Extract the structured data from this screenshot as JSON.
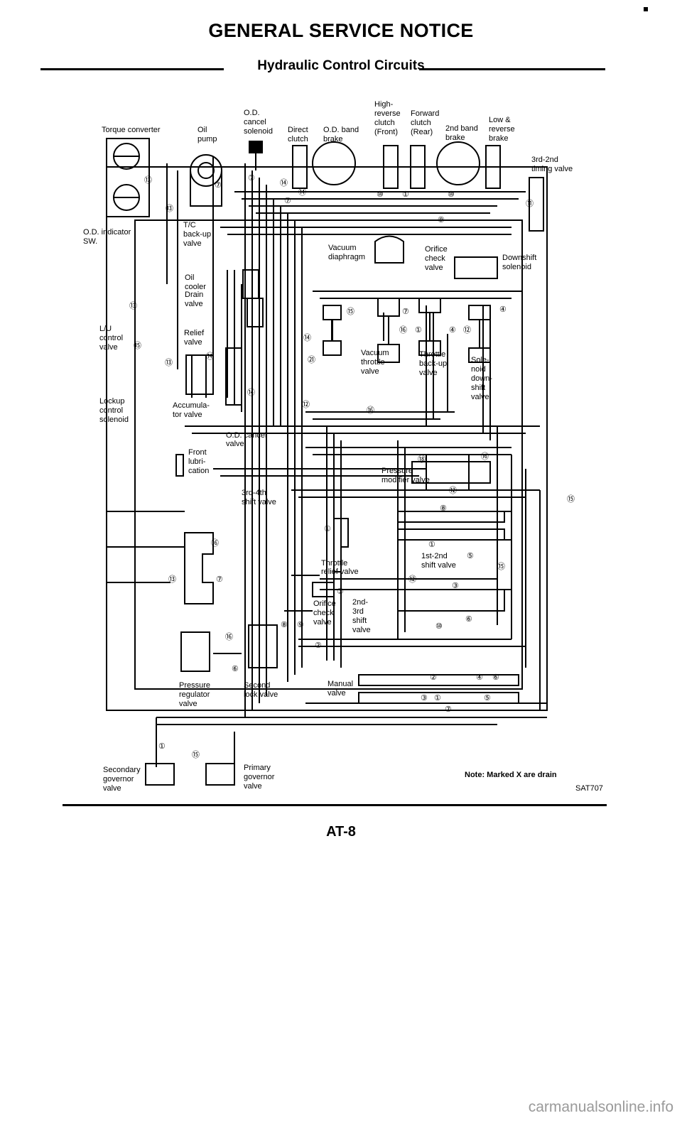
{
  "header": {
    "title": "GENERAL SERVICE NOTICE",
    "subtitle": "Hydraulic Control Circuits"
  },
  "labels": {
    "torque_converter": "Torque converter",
    "oil_pump": [
      "Oil",
      "pump"
    ],
    "od_cancel_solenoid": [
      "O.D.",
      "cancel",
      "solenoid"
    ],
    "direct_clutch": [
      "Direct",
      "clutch"
    ],
    "od_band_brake": [
      "O.D. band",
      "brake"
    ],
    "high_reverse_clutch": [
      "High-",
      "reverse",
      "clutch",
      "(Front)"
    ],
    "forward_clutch": [
      "Forward",
      "clutch",
      "(Rear)"
    ],
    "second_band_brake": [
      "2nd band",
      "brake"
    ],
    "low_reverse_brake": [
      "Low &",
      "reverse",
      "brake"
    ],
    "timing_valve": [
      "3rd-2nd",
      "timing valve"
    ],
    "od_indicator_sw": [
      "O.D. indicator",
      "SW."
    ],
    "tc_backup_valve": [
      "T/C",
      "back-up",
      "valve"
    ],
    "vacuum_diaphragm": [
      "Vacuum",
      "diaphragm"
    ],
    "orifice_check_valve_top": [
      "Orifice",
      "check",
      "valve"
    ],
    "downshift_solenoid": [
      "Downshift",
      "solenoid"
    ],
    "oil_cooler": [
      "Oil",
      "cooler"
    ],
    "drain_valve": [
      "Drain",
      "valve"
    ],
    "lu_control_valve": [
      "L/U",
      "control",
      "valve"
    ],
    "relief_valve": [
      "Relief",
      "valve"
    ],
    "vacuum_throttle_valve": [
      "Vacuum",
      "throttle",
      "valve"
    ],
    "throttle_backup_valve": [
      "Throttle",
      "back-up",
      "valve"
    ],
    "solenoid_downshift_valve": [
      "Sole-",
      "noid",
      "down-",
      "shift",
      "valve"
    ],
    "lockup_control_solenoid": [
      "Lockup",
      "control",
      "solenoid"
    ],
    "accumulator_valve": [
      "Accumula-",
      "tor valve"
    ],
    "od_cancel_valve": [
      "O.D. cancel",
      "valve"
    ],
    "front_lubrication": [
      "Front",
      "lubri-",
      "cation"
    ],
    "pressure_modifier_valve": [
      "Pressure",
      "modifier valve"
    ],
    "shift_valve_3rd_4th": [
      "3rd-4th",
      "shift valve"
    ],
    "shift_valve_1st_2nd": [
      "1st-2nd",
      "shift valve"
    ],
    "throttle_relief_valve": [
      "Throttle",
      "relief valve"
    ],
    "orifice_check_valve_lower": [
      "Orifice",
      "check",
      "valve"
    ],
    "shift_valve_2nd_3rd": [
      "2nd-",
      "3rd",
      "shift",
      "valve"
    ],
    "pressure_regulator_valve": [
      "Pressure",
      "regulator",
      "valve"
    ],
    "second_lock_valve": [
      "Second",
      "lock valve"
    ],
    "manual_valve": [
      "Manual",
      "valve"
    ],
    "secondary_governor_valve": [
      "Secondary",
      "governor",
      "valve"
    ],
    "primary_governor_valve": [
      "Primary",
      "governor",
      "valve"
    ],
    "note": "Note: Marked X are drain",
    "figure_code": "SAT707"
  },
  "line_codes": [
    "⑬",
    "⑦",
    "⑭",
    "⑩",
    "①",
    "⑪",
    "⑨",
    "⑮",
    "④",
    "⑯",
    "⑫",
    "㉑",
    "⑱",
    "⑧",
    "⑤",
    "③",
    "⑧",
    "⑨",
    "⑥",
    "②"
  ],
  "footer": {
    "page_number": "AT-8",
    "watermark": "carmanualsonline.info"
  }
}
